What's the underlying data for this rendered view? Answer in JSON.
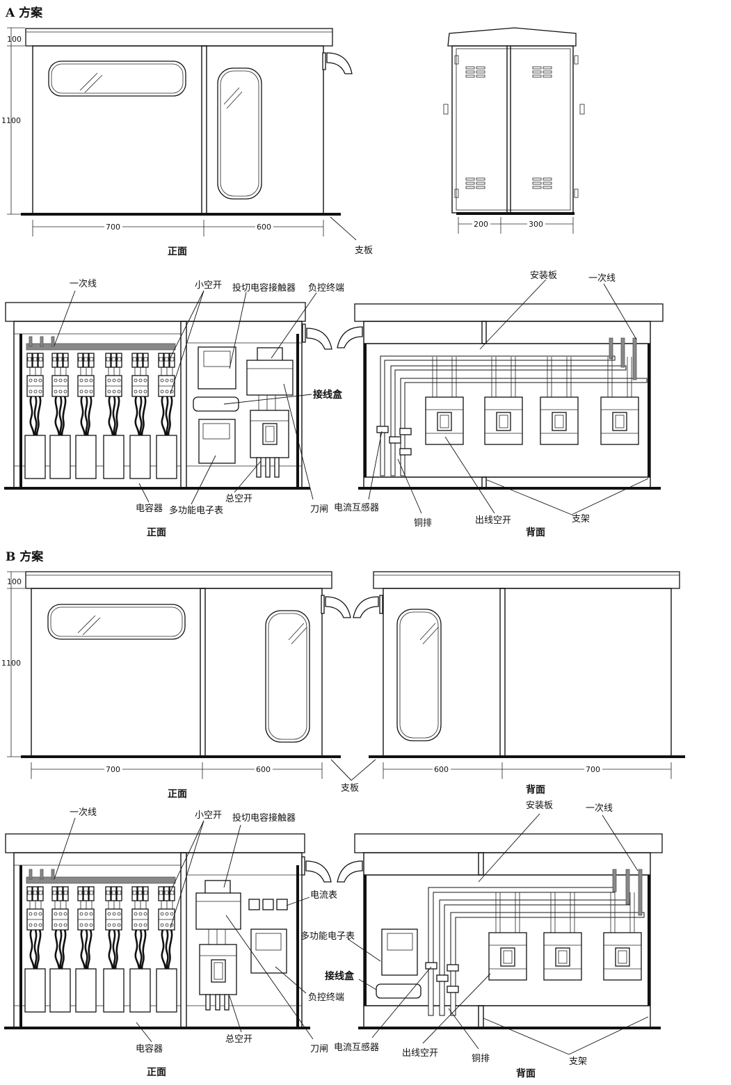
{
  "headings": {
    "a": "A 方案",
    "b": "B 方案"
  },
  "views": {
    "front": "正面",
    "back": "背面"
  },
  "dims": {
    "d100": "100",
    "d1100": "1100",
    "d700": "700",
    "d600": "600",
    "d200": "200",
    "d300": "300"
  },
  "labels": {
    "zhiban": "支板",
    "yicixian": "一次线",
    "xiaokongkai": "小空开",
    "touqie": "投切电容接触器",
    "fukong": "负控终端",
    "jiexianhe": "接线盒",
    "dianrongqi": "电容器",
    "duogongneng": "多功能电子表",
    "zongkongkai": "总空开",
    "daozha": "刀闸",
    "dianliuhuganqi": "电流互感器",
    "tongpai": "铜排",
    "chuxiankongkai": "出线空开",
    "zhijia": "支架",
    "anzhuangban": "安装板",
    "dianliubiao": "电流表"
  }
}
